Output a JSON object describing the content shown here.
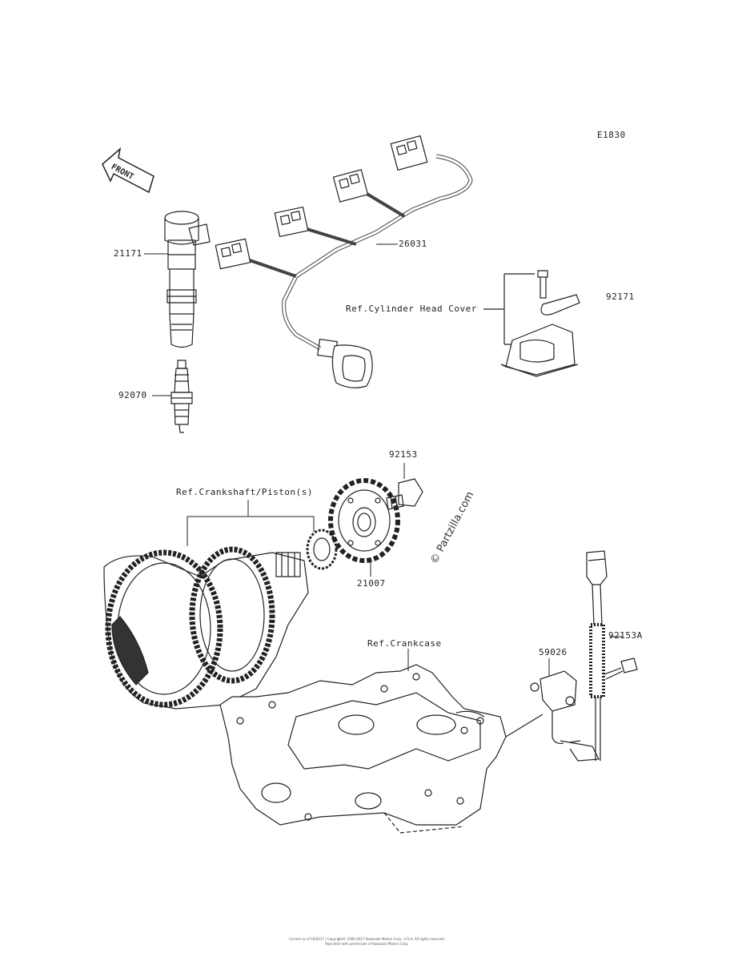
{
  "diagram_code": "E1830",
  "front_marker": "FRONT",
  "parts": [
    {
      "id": "p21171",
      "number": "21171"
    },
    {
      "id": "p92070",
      "number": "92070"
    },
    {
      "id": "p26031",
      "number": "26031"
    },
    {
      "id": "p92171",
      "number": "92171"
    },
    {
      "id": "p92153",
      "number": "92153"
    },
    {
      "id": "p21007",
      "number": "21007"
    },
    {
      "id": "p92153A",
      "number": "92153A"
    },
    {
      "id": "p59026",
      "number": "59026"
    }
  ],
  "references": {
    "cylinder_head_cover": "Ref.Cylinder Head Cover",
    "crankshaft_piston": "Ref.Crankshaft/Piston(s)",
    "crankcase": "Ref.Crankcase"
  },
  "watermark": "© Partzilla.com",
  "footer": {
    "line1": "Current as of 10/2017 | Copyright© 2000-2017 Kawasaki Motors Corp., U.S.A. All rights reserved.",
    "line2": "Reprinted with permission of Kawasaki Motors Corp."
  }
}
